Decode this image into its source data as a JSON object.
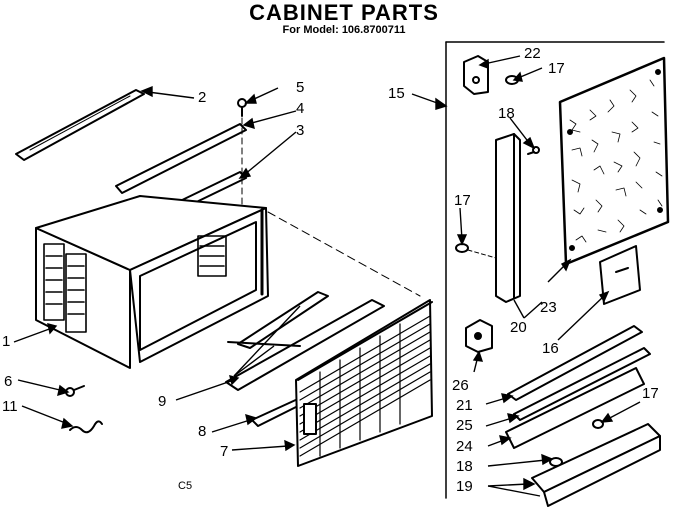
{
  "header": {
    "title": "CABINET PARTS",
    "subtitle": "For Model: 106.8700711"
  },
  "footer": {
    "code": "C5"
  },
  "callouts": {
    "c1": "1",
    "c2": "2",
    "c3": "3",
    "c4": "4",
    "c5": "5",
    "c6": "6",
    "c7": "7",
    "c8": "8",
    "c9": "9",
    "c11": "11",
    "c15": "15",
    "c16": "16",
    "c17a": "17",
    "c17b": "17",
    "c17c": "17",
    "c18a": "18",
    "c18b": "18",
    "c19": "19",
    "c20": "20",
    "c21": "21",
    "c22": "22",
    "c23": "23",
    "c24": "24",
    "c25": "25",
    "c26": "26"
  },
  "icons": {
    "cabinet": "cabinet-shell-icon",
    "front_grille": "front-grille-icon",
    "filter": "filter-panel-icon"
  }
}
